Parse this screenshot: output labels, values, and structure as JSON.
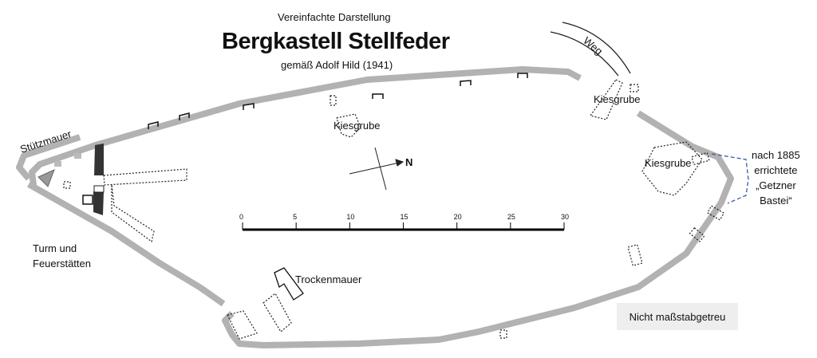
{
  "header": {
    "subtitle": "Vereinfachte Darstellung",
    "title": "Bergkastell Stellfeder",
    "source": "gemäß Adolf Hild (1941)"
  },
  "labels": {
    "weg": "Weg",
    "stuetzmauer": "Stützmauer",
    "turm": [
      "Turm und",
      "Feuerstätten"
    ],
    "kiesgrube_center": "Kiesgrube",
    "kiesgrube_top_right": "Kiesgrube",
    "kiesgrube_right": "Kiesgrube",
    "trockenmauer": "Trockenmauer",
    "bastei": [
      "nach 1885",
      "errichtete",
      "„Getzner",
      "Bastei“"
    ],
    "not_to_scale": "Nicht maßstabgetreu"
  },
  "compass": {
    "north": "N"
  },
  "scale_bar": {
    "ticks": [
      "0",
      "5",
      "10",
      "15",
      "20",
      "25",
      "30"
    ]
  },
  "colors": {
    "wall": "#b3b1b1",
    "bastei": "#3b5ba5",
    "dark_wall": "#333333",
    "note_bg": "#eeeeee"
  }
}
